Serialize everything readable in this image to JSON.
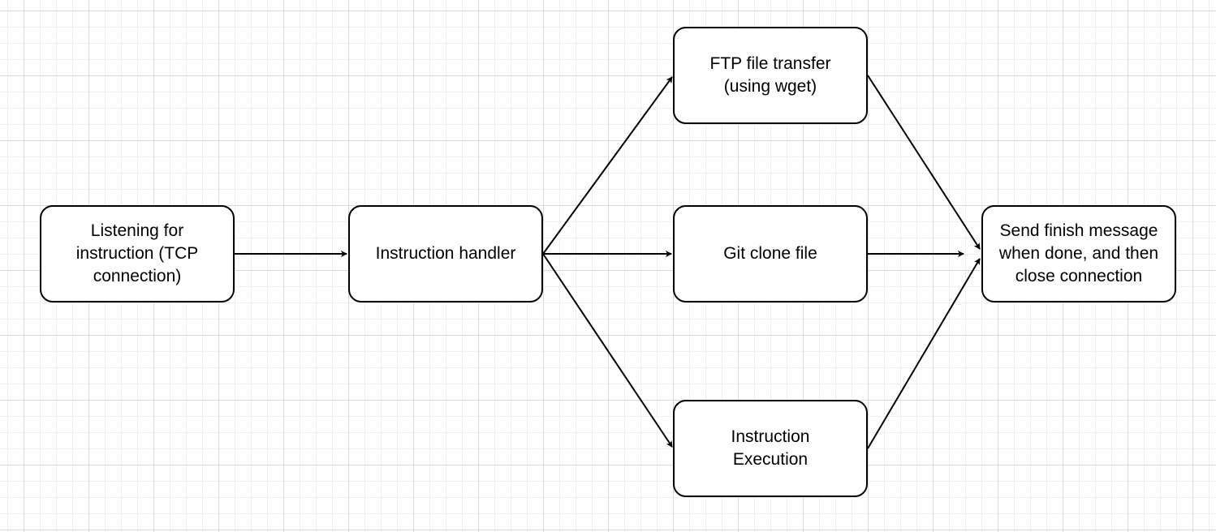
{
  "diagram": {
    "nodes": [
      {
        "id": "listen",
        "label": "Listening for\ninstruction (TCP\nconnection)"
      },
      {
        "id": "handler",
        "label": "Instruction handler"
      },
      {
        "id": "ftp",
        "label": "FTP file transfer\n(using wget)"
      },
      {
        "id": "git",
        "label": "Git clone file"
      },
      {
        "id": "exec",
        "label": "Instruction\nExecution"
      },
      {
        "id": "finish",
        "label": "Send finish message\nwhen done, and then\nclose connection"
      }
    ],
    "edges": [
      {
        "from": "listen",
        "to": "handler"
      },
      {
        "from": "handler",
        "to": "ftp"
      },
      {
        "from": "handler",
        "to": "git"
      },
      {
        "from": "handler",
        "to": "exec"
      },
      {
        "from": "ftp",
        "to": "finish"
      },
      {
        "from": "git",
        "to": "finish"
      },
      {
        "from": "exec",
        "to": "finish"
      }
    ],
    "colors": {
      "stroke": "#000000",
      "node_fill": "#ffffff",
      "grid_major": "#d9d9d9",
      "grid_minor": "#f0f0f0"
    }
  }
}
